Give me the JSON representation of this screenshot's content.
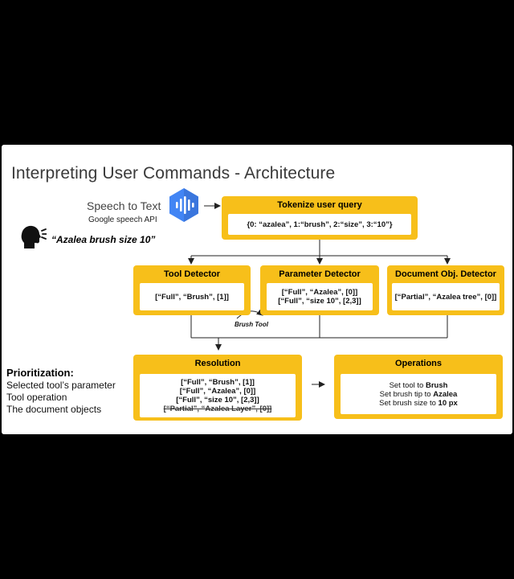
{
  "title": "Interpreting User Commands - Architecture",
  "speech": {
    "label": "Speech to Text",
    "api": "Google speech API",
    "command": "“Azalea brush size 10”"
  },
  "tokenize": {
    "title": "Tokenize user query",
    "content": "{0: “azalea”, 1:“brush”, 2:“size”, 3:“10”}"
  },
  "tool_detector": {
    "title": "Tool  Detector",
    "lines": [
      "[“Full”, “Brush”, [1]]"
    ]
  },
  "parameter_detector": {
    "title": "Parameter  Detector",
    "lines": [
      "[“Full”, “Azalea”, [0]]",
      "[“Full”, “size 10”, [2,3]]"
    ]
  },
  "document_detector": {
    "title": "Document Obj.  Detector",
    "lines": [
      "[“Partial”, “Azalea tree”, [0]]"
    ]
  },
  "brush_tool_label": "Brush Tool",
  "resolution": {
    "title": "Resolution",
    "lines": [
      "[“Full”, “Brush”, [1]]",
      "[“Full”, “Azalea”, [0]]",
      "[“Full”, “size 10”, [2,3]]"
    ],
    "struck_line": "[“Partial”, “Azalea Layer”, [0]]"
  },
  "operations": {
    "title": "Operations",
    "items": [
      {
        "prefix": "Set tool to ",
        "value": "Brush"
      },
      {
        "prefix": "Set brush tip to ",
        "value": "Azalea"
      },
      {
        "prefix": "Set brush size to ",
        "value": "10 px"
      }
    ]
  },
  "prioritization": {
    "heading": "Prioritization:",
    "items": [
      "Selected tool’s parameter",
      "Tool operation",
      "The document objects"
    ]
  },
  "colors": {
    "box": "#f7bf1a",
    "google_hex": "#4285f4"
  }
}
